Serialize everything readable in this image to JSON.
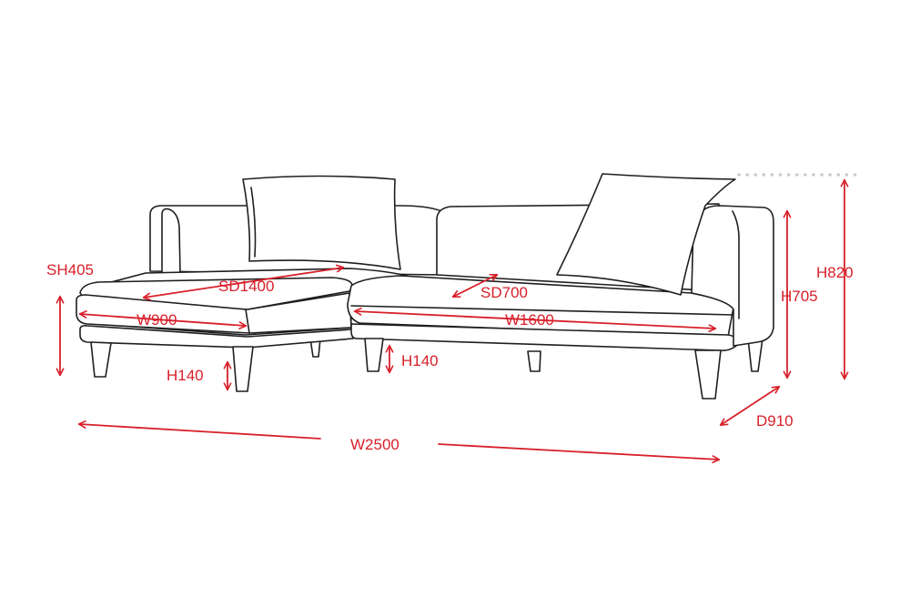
{
  "colors": {
    "dimension": "#d8202a",
    "outline": "#1f1f1f",
    "guide_dots": "#cccccc"
  },
  "dimensions": {
    "sh405": "SH405",
    "sd1400": "SD1400",
    "w900": "W900",
    "h140_left": "H140",
    "h140_mid": "H140",
    "sd700": "SD700",
    "w1600": "W1600",
    "h705": "H705",
    "h820": "H820",
    "d910": "D910",
    "w2500": "W2500"
  }
}
